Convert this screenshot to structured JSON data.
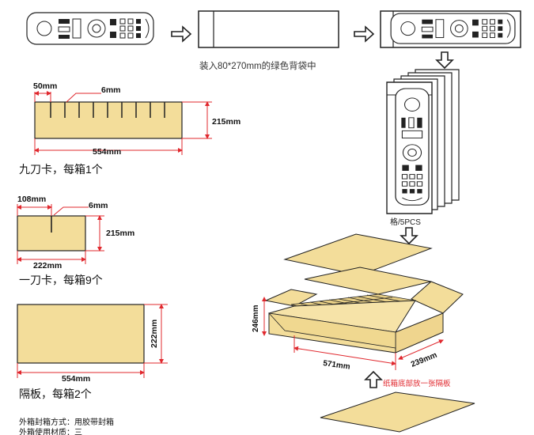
{
  "top": {
    "caption": "装入80*270mm的绿色背袋中",
    "grid_label": "格/5PCS"
  },
  "nine_slot_divider": {
    "dim_width": "554mm",
    "dim_height": "215mm",
    "dim_edge": "50mm",
    "dim_slot": "6mm",
    "caption": "九刀卡，每箱1个"
  },
  "one_slot_divider": {
    "dim_width": "222mm",
    "dim_height": "215mm",
    "dim_edge": "108mm",
    "dim_slot": "6mm",
    "caption": "一刀卡，每箱9个"
  },
  "partition_board": {
    "dim_width": "554mm",
    "dim_height": "222mm",
    "caption": "隔板，每箱2个"
  },
  "carton": {
    "dim_height": "246mm",
    "dim_length": "571mm",
    "dim_depth": "239mm",
    "bottom_note": "纸箱底部放一张隔板"
  },
  "notes": {
    "line1": "外箱封箱方式：用胶带封箱",
    "line2": "外箱使用材质：三"
  },
  "colors": {
    "board_fill": "#f3dd9a",
    "dimension_red": "#e0282e",
    "outline": "#2a2a2a"
  }
}
